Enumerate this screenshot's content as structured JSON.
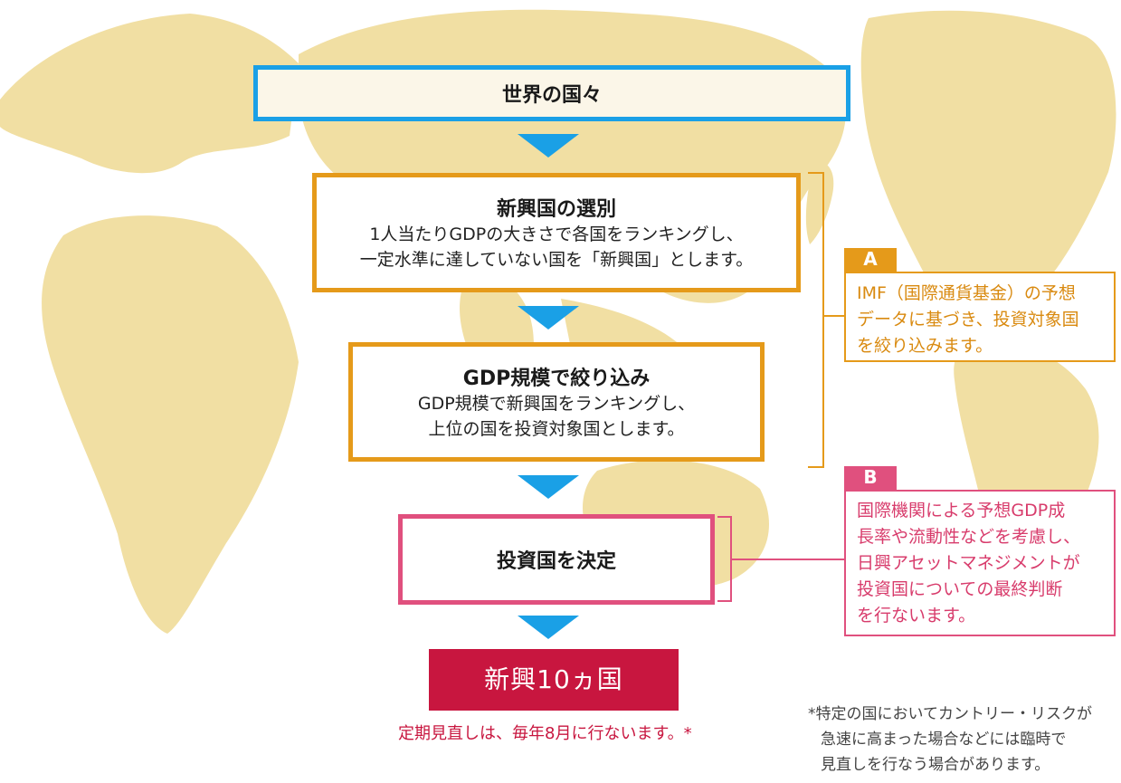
{
  "steps": {
    "world": {
      "title": "世界の国々"
    },
    "select": {
      "title": "新興国の選別",
      "lines": [
        "1人当たりGDPの大きさで各国をランキングし、",
        "一定水準に達していない国を「新興国」とします。"
      ]
    },
    "narrow": {
      "title": "GDP規模で絞り込み",
      "lines": [
        "GDP規模で新興国をランキングし、",
        "上位の国を投資対象国とします。"
      ]
    },
    "decide": {
      "title": "投資国を決定"
    }
  },
  "result": {
    "label": "新興10ヵ国",
    "caption": "定期見直しは、毎年8月に行ないます。*"
  },
  "notes": {
    "a": {
      "tag": "A",
      "lines": [
        "IMF（国際通貨基金）の予想",
        "データに基づき、投資対象国",
        "を絞り込みます。"
      ]
    },
    "b": {
      "tag": "B",
      "lines": [
        "国際機関による予想GDP成",
        "長率や流動性などを考慮し、",
        "日興アセットマネジメントが",
        "投資国についての最終判断",
        "を行ないます。"
      ]
    }
  },
  "footnote": {
    "lines": [
      "*特定の国においてカントリー・リスクが",
      "急速に高まった場合などには臨時で",
      "見直しを行なう場合があります。"
    ]
  },
  "colors": {
    "blue": "#1aa0e6",
    "orange": "#e59a1a",
    "pink": "#e0507e",
    "crimson": "#c8163f",
    "map": "#f1dfa3"
  }
}
